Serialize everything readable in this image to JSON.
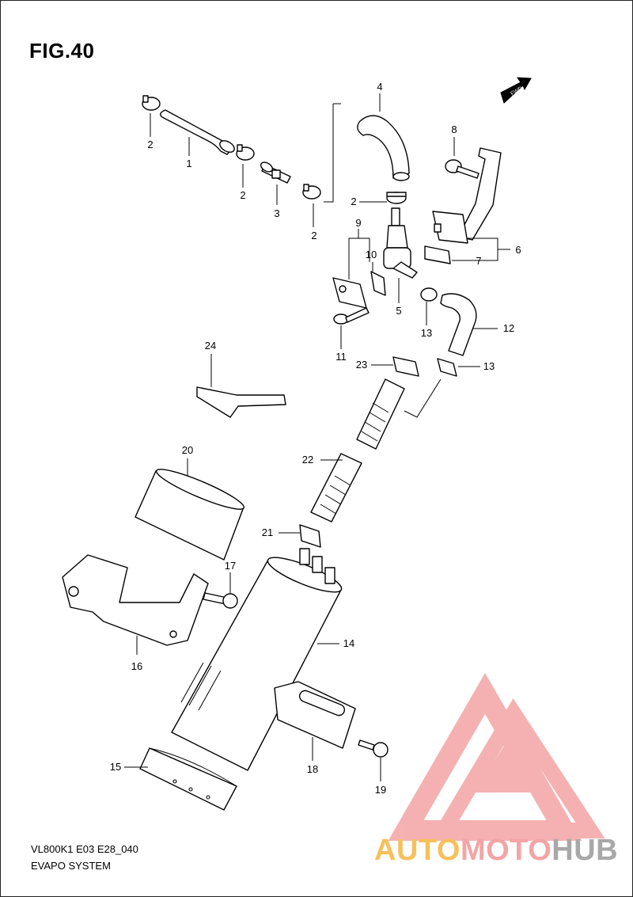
{
  "figure": {
    "title": "FIG.40",
    "model_code": "VL800K1 E03 E28_040",
    "system_name": "EVAPO SYSTEM",
    "fwd_label": "FWD"
  },
  "callouts": {
    "p1": "1",
    "p2a": "2",
    "p2b": "2",
    "p2c": "2",
    "p2d": "2",
    "p3": "3",
    "p4": "4",
    "p5": "5",
    "p6": "6",
    "p7": "7",
    "p8": "8",
    "p9": "9",
    "p10": "10",
    "p11": "11",
    "p12": "12",
    "p13a": "13",
    "p13b": "13",
    "p14": "14",
    "p15": "15",
    "p16": "16",
    "p17": "17",
    "p18": "18",
    "p19": "19",
    "p20": "20",
    "p21": "21",
    "p22": "22",
    "p23": "23",
    "p24": "24"
  },
  "watermark": {
    "part1": "AUTO",
    "part2": "MOTO",
    "part3": "HUB",
    "colors": {
      "auto": "#f7c05a",
      "moto": "#f4a4a4",
      "hub": "#a8a8a8",
      "logo": "#f4a4a4"
    }
  }
}
